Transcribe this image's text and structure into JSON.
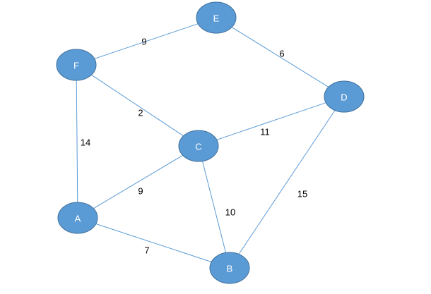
{
  "graph": {
    "nodes": [
      {
        "id": "E",
        "label": "E"
      },
      {
        "id": "F",
        "label": "F"
      },
      {
        "id": "D",
        "label": "D"
      },
      {
        "id": "C",
        "label": "C"
      },
      {
        "id": "A",
        "label": "A"
      },
      {
        "id": "B",
        "label": "B"
      }
    ],
    "edges": [
      {
        "from": "F",
        "to": "E",
        "weight": "9"
      },
      {
        "from": "E",
        "to": "D",
        "weight": "6"
      },
      {
        "from": "F",
        "to": "C",
        "weight": "2"
      },
      {
        "from": "C",
        "to": "D",
        "weight": "11"
      },
      {
        "from": "F",
        "to": "A",
        "weight": "14"
      },
      {
        "from": "A",
        "to": "C",
        "weight": "9"
      },
      {
        "from": "C",
        "to": "B",
        "weight": "10"
      },
      {
        "from": "D",
        "to": "B",
        "weight": "15"
      },
      {
        "from": "A",
        "to": "B",
        "weight": "7"
      }
    ],
    "colors": {
      "node_fill": "#5b9bd5",
      "node_stroke": "#41719c",
      "edge": "#5b9bd5",
      "node_text": "#ffffff",
      "weight_text": "#000000"
    }
  }
}
